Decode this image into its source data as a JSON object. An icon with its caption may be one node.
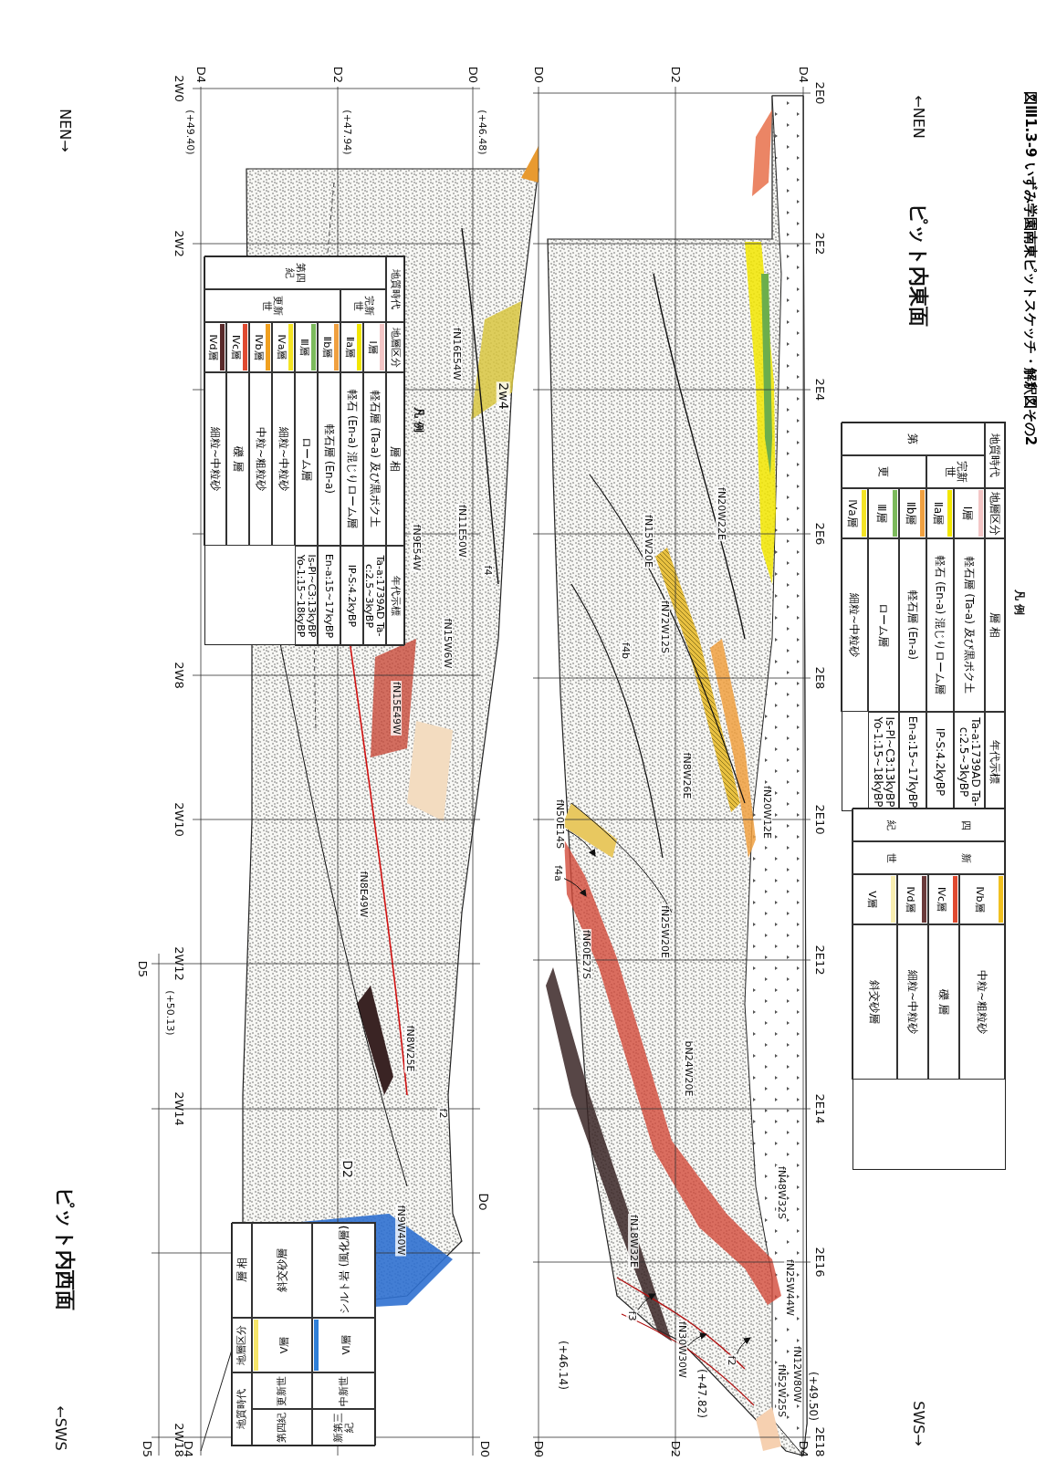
{
  "diagram": {
    "title": "図Ⅲ1.3-9 いずみ学園南東ピットスケッチ・解釈図その2",
    "nodes": [
      {
        "text": [
          "fN50E14S"
        ]
      },
      {
        "text": [
          "f4a"
        ]
      },
      {
        "text": [
          "f3"
        ]
      },
      {
        "text": [
          "fN30W30W"
        ]
      },
      {
        "text": [
          "f2"
        ]
      }
    ],
    "edges": [
      {
        "from": 0,
        "to": null,
        "arrow": "to"
      },
      {
        "from": 1,
        "to": null,
        "arrow": "to"
      },
      {
        "from": 2,
        "to": null,
        "arrow": "to"
      },
      {
        "from": 3,
        "to": null,
        "arrow": "to"
      },
      {
        "from": 4,
        "to": null,
        "arrow": "to"
      }
    ],
    "labels": [
      "←NEN",
      "ピット内東面",
      "SWS→",
      "凡 例",
      "地質時代",
      "地層区分",
      "層 相",
      "年代示標",
      "第",
      "完新世",
      "更",
      "軽石層 (Ta-a) 及び黒ボク土",
      "Ta-a:1739AD Ta-c:2.5~3kyBP",
      "軽石 (En-a) 混じりローム層",
      "IP-S:4.2kyBP",
      "軽石層 (En-a)",
      "En-a:15~17kyBP",
      "ローム層",
      "Is-Pl~C3:13kyBP Yo-1:15~18kyBP",
      "細粒~中粒砂",
      "四",
      "紀",
      "新",
      "世",
      "中粒~粗粒砂",
      "礫 層",
      "細粒~中粒砂",
      "斜交砂層",
      "D4",
      "D2",
      "D0",
      "2E0",
      "2E2",
      "2E4",
      "2E6",
      "2E8",
      "2E10",
      "2E12",
      "2E14",
      "2E16",
      "2E18",
      "D4",
      "D2",
      "D0",
      "(+49.50)",
      "(+47.82)",
      "(+46.14)",
      "fN20W22E",
      "fN15W20E",
      "fN72W12S",
      "f4b",
      "fN8W26E",
      "fN20W12E",
      "fN25W20E",
      "fN60E27S",
      "bN24W20E",
      "fN48W32S",
      "fN25W44W",
      "fN18W32E",
      "fN52W25S",
      "fN12W80W",
      "NEN→",
      "ピット内西面",
      "←SWS",
      "凡 例",
      "地質時代",
      "地層区分",
      "層 相",
      "年代示標",
      "完新世",
      "第四紀",
      "更新世",
      "軽石層 (Ta-a) 及び黒ボク土",
      "Ta-a:1739AD Ta-c:2.5~3kyBP",
      "軽石 (En-a) 混じりローム層",
      "IP-S:4.2kyBP",
      "軽石層 (En-a)",
      "En-a:15~17kyBP",
      "ローム層",
      "Is-Pl~C3:13kyBP Yo-1:15~18kyBP",
      "細粒~中粒砂",
      "中粒~粗粒砂",
      "礫 層",
      "細粒~中粒砂",
      "地質時代",
      "地層区分",
      "層 相",
      "第四紀",
      "更新世",
      "斜交砂層",
      "新第三紀",
      "中新世",
      "シルト岩 (風化層)",
      "D4",
      "D2",
      "D0",
      "(+49.40)",
      "(+47.94)",
      "(+46.48)",
      "2W0",
      "2W2",
      "2W8",
      "2W10",
      "2W12",
      "2W14",
      "2W18",
      "D5",
      "(+50.13)",
      "D5",
      "D4",
      "D0",
      "2w4",
      "D2",
      "Do",
      "fN16E54W",
      "fN9E54W",
      "fN11E50W",
      "f4",
      "fN15W6W",
      "fN15E49W",
      "fN8E49W",
      "fN8W25E",
      "f2",
      "fN9W40W"
    ],
    "legend": [
      {
        "text": "Ⅰ層",
        "color": "#f4c6c6"
      },
      {
        "text": "Ⅱa層",
        "color": "#f2e600"
      },
      {
        "text": "Ⅱb層",
        "color": "#f0a040"
      },
      {
        "text": "Ⅲ層",
        "color": "#7cba5c"
      },
      {
        "text": "Ⅳa層",
        "color": "#f4e424"
      },
      {
        "text": "Ⅳb層",
        "color": "#f0c020"
      },
      {
        "text": "Ⅳc層",
        "color": "#e04a30"
      },
      {
        "text": "Ⅳd層",
        "color": "#6a3a3a"
      },
      {
        "text": "Ⅴ層",
        "color": "#f8eeb0"
      },
      {
        "text": "Ⅰ層",
        "color": "#f4c6c6"
      },
      {
        "text": "Ⅱa層",
        "color": "#f2e600"
      },
      {
        "text": "Ⅱb層",
        "color": "#f0a040"
      },
      {
        "text": "Ⅲ層",
        "color": "#7cba5c"
      },
      {
        "text": "Ⅳa層",
        "color": "#f4e424"
      },
      {
        "text": "Ⅳb層",
        "color": "#f0a020"
      },
      {
        "text": "Ⅳc層",
        "color": "#e04a30"
      },
      {
        "text": "Ⅳd層",
        "color": "#5a2a2a"
      },
      {
        "text": "Ⅴ層",
        "color": "#f6e66a"
      },
      {
        "text": "Ⅵ層",
        "color": "#2f7fd8"
      }
    ]
  }
}
